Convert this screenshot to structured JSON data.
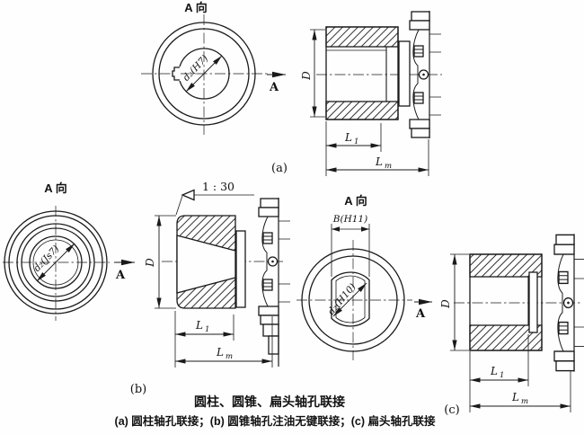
{
  "figure": {
    "title": "圆柱、圆锥、扁头轴孔联接",
    "caption": "(a) 圆柱轴孔联接；(b) 圆锥轴孔注油无键联接；(c) 扁头轴孔联接"
  },
  "colors": {
    "line": "#1a1a1a",
    "background": "#fefefe"
  },
  "views": {
    "a": {
      "tag": "(a)",
      "view_label": "A 向",
      "arrow_label": "A",
      "bore_dim": "d₂(H7)",
      "dia": "D",
      "L1": {
        "main": "L",
        "sub": "1"
      },
      "Lm": {
        "main": "L",
        "sub": "m"
      }
    },
    "b": {
      "tag": "(b)",
      "view_label": "A 向",
      "arrow_label": "A",
      "bore_dim": "d₂(Js7)",
      "taper": "1 : 30",
      "dia": "D",
      "L1": {
        "main": "L",
        "sub": "1"
      },
      "Lm": {
        "main": "L",
        "sub": "m"
      }
    },
    "c": {
      "tag": "(c)",
      "view_label": "A 向",
      "arrow_label": "A",
      "width_dim": "B(H11)",
      "bore_dim": "d₂(H10)",
      "dia": "D",
      "L1": {
        "main": "L",
        "sub": "1"
      },
      "Lm": {
        "main": "L",
        "sub": "m"
      }
    }
  }
}
